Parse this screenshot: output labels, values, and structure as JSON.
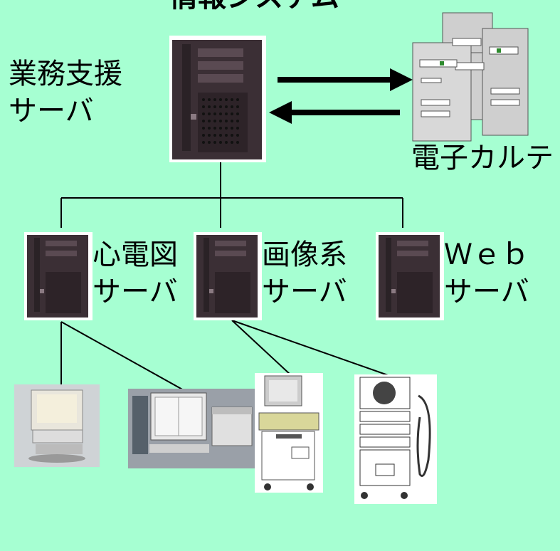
{
  "diagram": {
    "top_label_partial": "情報システム",
    "gyomu_server": {
      "line1": "業務支援",
      "line2": "サーバ"
    },
    "ekarte": {
      "label": "電子カルテ"
    },
    "ecg_server": {
      "line1": "心電図",
      "line2": "サーバ"
    },
    "image_server": {
      "line1": "画像系",
      "line2": "サーバ"
    },
    "web_server": {
      "line1": "Ｗｅｂ",
      "line2": "サーバ"
    }
  },
  "colors": {
    "background": "#a6ffd2",
    "server_body": "#3b2f35",
    "line": "#000000"
  },
  "icons": [
    "tower-server-icon",
    "server-cluster-icon",
    "ecg-monitor-icon",
    "workstation-printer-icon",
    "ultrasound-cart-icon",
    "endoscope-cart-icon"
  ]
}
